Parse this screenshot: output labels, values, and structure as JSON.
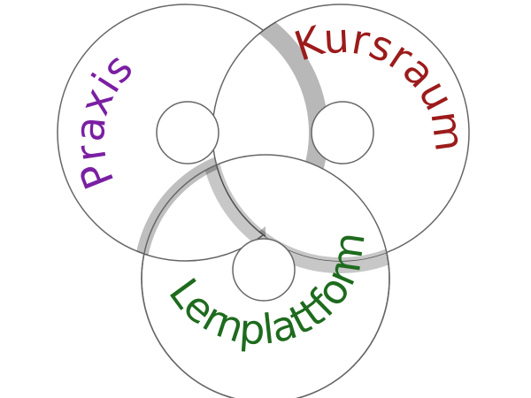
{
  "rings": [
    {
      "id": "praxis",
      "label": "Praxis",
      "color": "#7a1fa2"
    },
    {
      "id": "kursraum",
      "label": "Kursraum",
      "color": "#9c1b1b"
    },
    {
      "id": "lernplattform",
      "label": "Lernplattform",
      "color": "#1e6b1e"
    }
  ],
  "style": {
    "disc_fill": "#ffffff",
    "disc_stroke": "#666666",
    "shadow_color": "#444444"
  }
}
